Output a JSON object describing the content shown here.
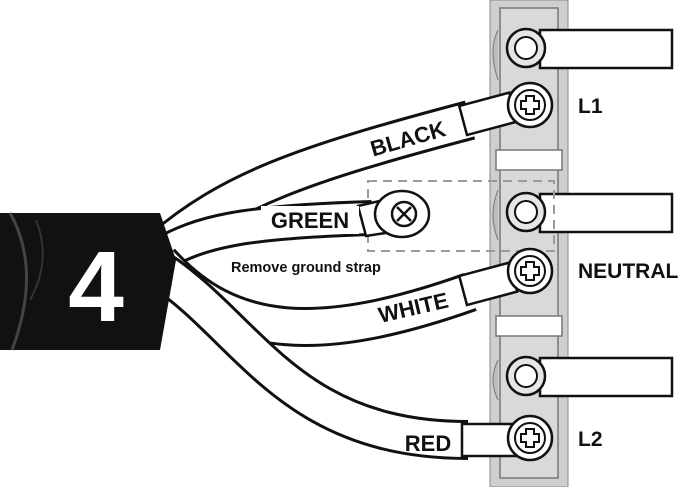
{
  "cable": {
    "conductor_count": "4"
  },
  "wires": {
    "black": "BLACK",
    "green": "GREEN",
    "white": "WHITE",
    "red": "RED"
  },
  "terminals": {
    "l1": "L1",
    "neutral": "NEUTRAL",
    "l2": "L2"
  },
  "note": "Remove ground strap",
  "colors": {
    "cable": "#111111",
    "block": "#cfcfcf",
    "outline": "#111111",
    "strap_dash": "#9a9a9a",
    "background": "#ffffff"
  }
}
